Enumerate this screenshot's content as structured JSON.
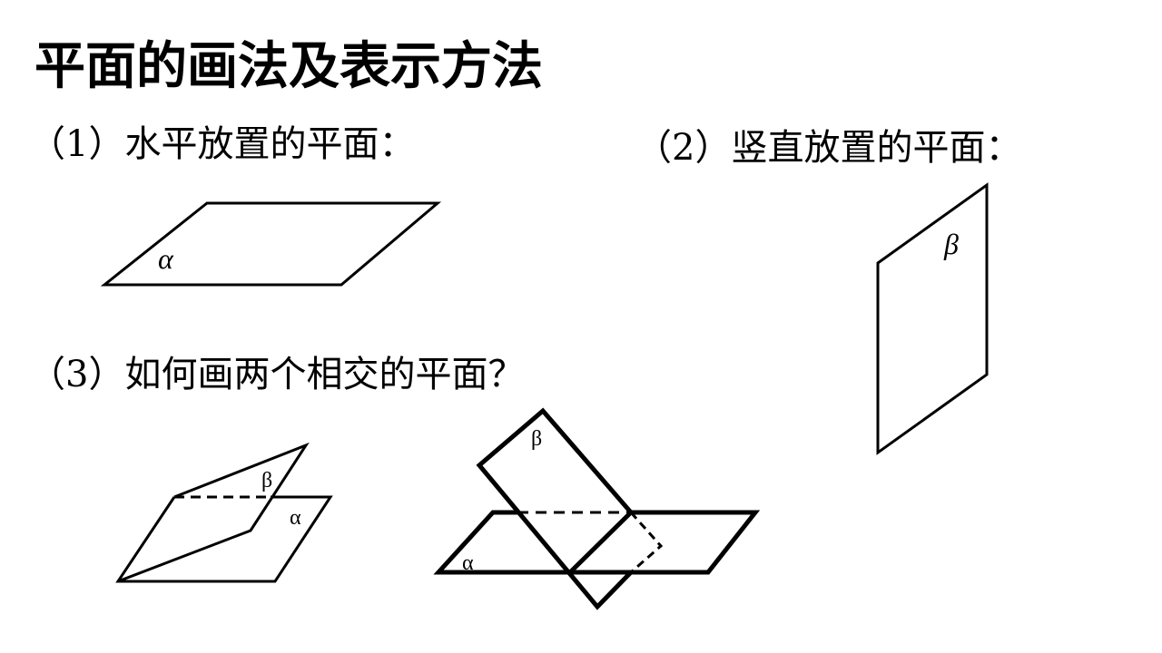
{
  "title": "平面的画法及表示方法",
  "items": [
    {
      "label": "（1）水平放置的平面："
    },
    {
      "label": "（2）竖直放置的平面："
    },
    {
      "label": "（3）如何画两个相交的平面？"
    }
  ],
  "figures": {
    "horizontal_plane": {
      "label": "α"
    },
    "vertical_plane": {
      "label": "β"
    },
    "intersecting_a": {
      "label_top": "β",
      "label_bottom": "α"
    },
    "intersecting_b": {
      "label_top": "β",
      "label_bottom": "α"
    }
  },
  "colors": {
    "ink": "#000000",
    "background": "#ffffff"
  }
}
